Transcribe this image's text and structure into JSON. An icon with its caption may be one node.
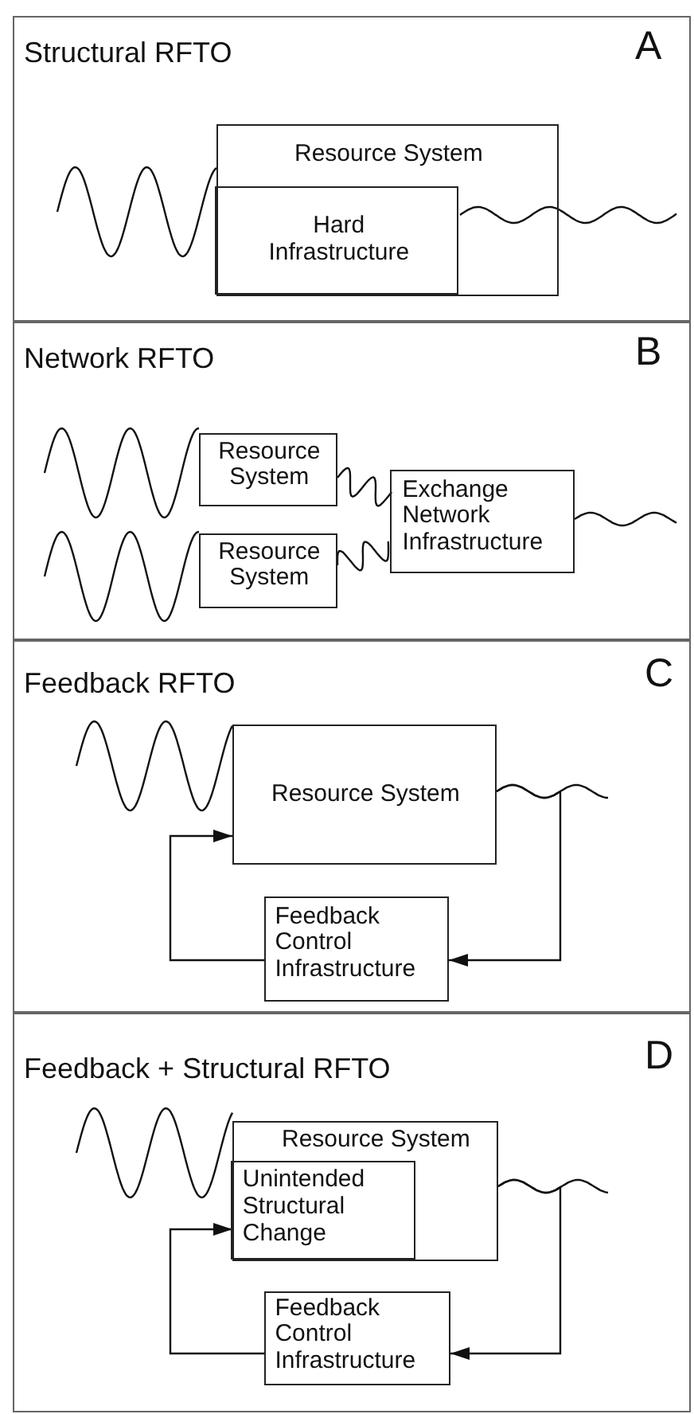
{
  "diagram": {
    "nodes": [
      {
        "text": [
          "Structural RFTO",
          "A"
        ]
      },
      {
        "text": [
          "Resource System"
        ],
        "in": 0
      },
      {
        "text": [
          "Hard Infrastructure"
        ],
        "in": 1
      },
      {
        "text": [
          "Network RFTO",
          "B"
        ]
      },
      {
        "text": [
          "Resource System"
        ],
        "in": 3
      },
      {
        "text": [
          "Resource System"
        ],
        "in": 3
      },
      {
        "text": [
          "Exchange Network Infrastructure"
        ],
        "in": 3
      },
      {
        "text": [
          "Feedback RFTO",
          "C"
        ]
      },
      {
        "text": [
          "Resource System"
        ],
        "in": 7
      },
      {
        "text": [
          "Feedback Control Infrastructure"
        ],
        "in": 7
      },
      {
        "text": [
          "Feedback + Structural RFTO",
          "D"
        ]
      },
      {
        "text": [
          "Resource System"
        ],
        "in": 10
      },
      {
        "text": [
          "Unintended Structural Change"
        ],
        "in": 11
      },
      {
        "text": [
          "Feedback Control Infrastructure"
        ],
        "in": 10
      }
    ],
    "edges": [
      {
        "from": null,
        "to": 2,
        "arrow": "none"
      },
      {
        "from": 2,
        "to": null,
        "arrow": "none"
      },
      {
        "from": null,
        "to": 4,
        "arrow": "none"
      },
      {
        "from": null,
        "to": 5,
        "arrow": "none"
      },
      {
        "from": 4,
        "to": 6,
        "arrow": "none"
      },
      {
        "from": 5,
        "to": 6,
        "arrow": "none"
      },
      {
        "from": 6,
        "to": null,
        "arrow": "none"
      },
      {
        "from": null,
        "to": 8,
        "arrow": "none"
      },
      {
        "from": 8,
        "to": null,
        "arrow": "none"
      },
      {
        "from": 8,
        "to": 9,
        "arrow": "to"
      },
      {
        "from": 9,
        "to": 8,
        "arrow": "to"
      },
      {
        "from": null,
        "to": 11,
        "arrow": "none"
      },
      {
        "from": 11,
        "to": null,
        "arrow": "none"
      },
      {
        "from": 11,
        "to": 13,
        "arrow": "to"
      },
      {
        "from": 13,
        "to": 12,
        "arrow": "to"
      }
    ]
  }
}
